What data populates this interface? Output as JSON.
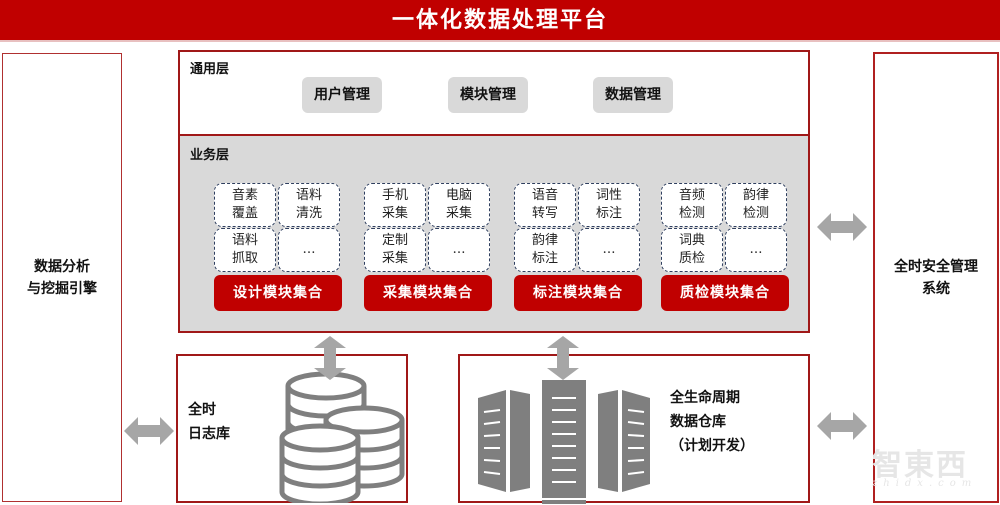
{
  "header": {
    "title": "一体化数据处理平台"
  },
  "left_panel": {
    "label": "数据分析\n与挖掘引擎"
  },
  "right_panel": {
    "label": "全时安全管理\n系统"
  },
  "common_layer": {
    "label": "通用层",
    "items": [
      "用户管理",
      "模块管理",
      "数据管理"
    ]
  },
  "business_layer": {
    "label": "业务层",
    "groups": [
      {
        "title": "设计模块集合",
        "cells": [
          "音素\n覆盖",
          "语料\n清洗",
          "语料\n抓取",
          "…"
        ]
      },
      {
        "title": "采集模块集合",
        "cells": [
          "手机\n采集",
          "电脑\n采集",
          "定制\n采集",
          "…"
        ]
      },
      {
        "title": "标注模块集合",
        "cells": [
          "语音\n转写",
          "词性\n标注",
          "韵律\n标注",
          "…"
        ]
      },
      {
        "title": "质检模块集合",
        "cells": [
          "音频\n检测",
          "韵律\n检测",
          "词典\n质检",
          "…"
        ]
      }
    ]
  },
  "log_store": {
    "label": "全时\n日志库",
    "icon": "database-stack-icon"
  },
  "data_warehouse": {
    "label": "全生命周期\n数据仓库\n（计划开发）",
    "icon": "server-rack-icon"
  },
  "connectors": [
    "double-arrow-horizontal-icon",
    "double-arrow-vertical-icon"
  ],
  "watermark": {
    "text": "智東西",
    "sub": "zhidx.com"
  },
  "colors": {
    "accent": "#c00000",
    "border": "#a01818",
    "pill_bg": "#d9d9d9",
    "layer_bg": "#d9d9d9",
    "arrow": "#a6a6a6",
    "icon": "#7f7f7f"
  }
}
